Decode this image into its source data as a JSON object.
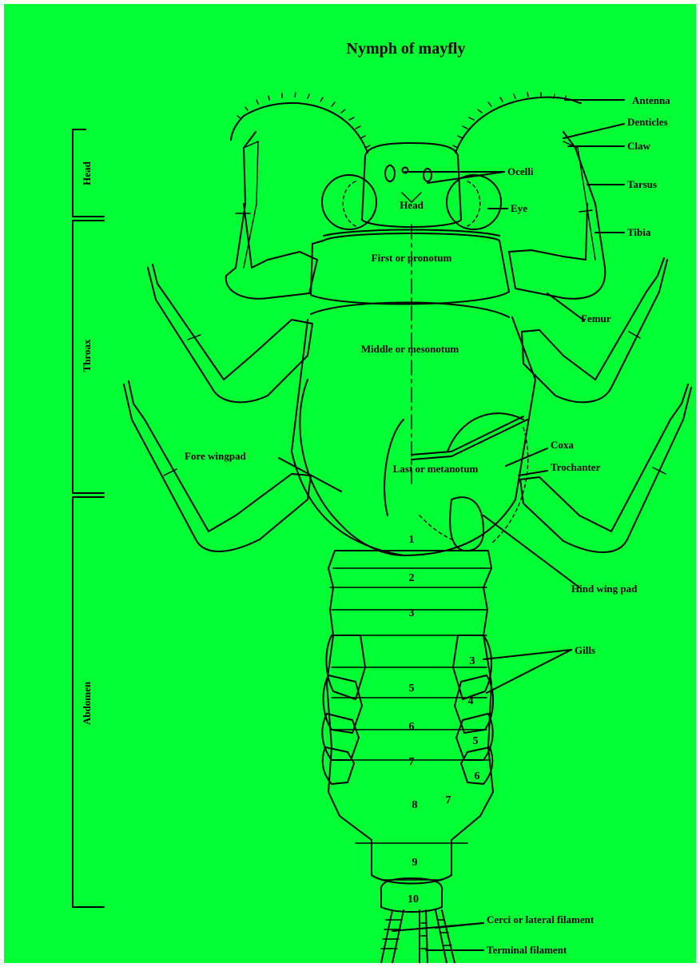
{
  "title": "Nymph of mayfly",
  "regions": {
    "head": "Head",
    "thorax": "Throax",
    "abdomen": "Abdomen"
  },
  "labels": {
    "antenna": "Antenna",
    "denticles": "Denticles",
    "claw": "Claw",
    "tarsus": "Tarsus",
    "tibia": "Tibia",
    "femur": "Femur",
    "ocelli": "Ocelli",
    "eye": "Eye",
    "head_center": "Head",
    "pronotum": "First or pronotum",
    "mesonotum": "Middle or mesonotum",
    "metanotum": "Last or metanotum",
    "coxa": "Coxa",
    "trochanter": "Trochanter",
    "fore_wingpad": "Fore wingpad",
    "hind_wing_pad": "Hind wing pad",
    "gills": "Gills",
    "cerci": "Cerci or lateral filament",
    "terminal": "Terminal filament"
  },
  "segments": [
    "1",
    "2",
    "3",
    "5",
    "6",
    "7",
    "8",
    "9",
    "10"
  ],
  "gill_numbers": [
    "3",
    "4",
    "5",
    "6",
    "7"
  ],
  "colors": {
    "background": "#00ff33",
    "line": "#000000"
  }
}
